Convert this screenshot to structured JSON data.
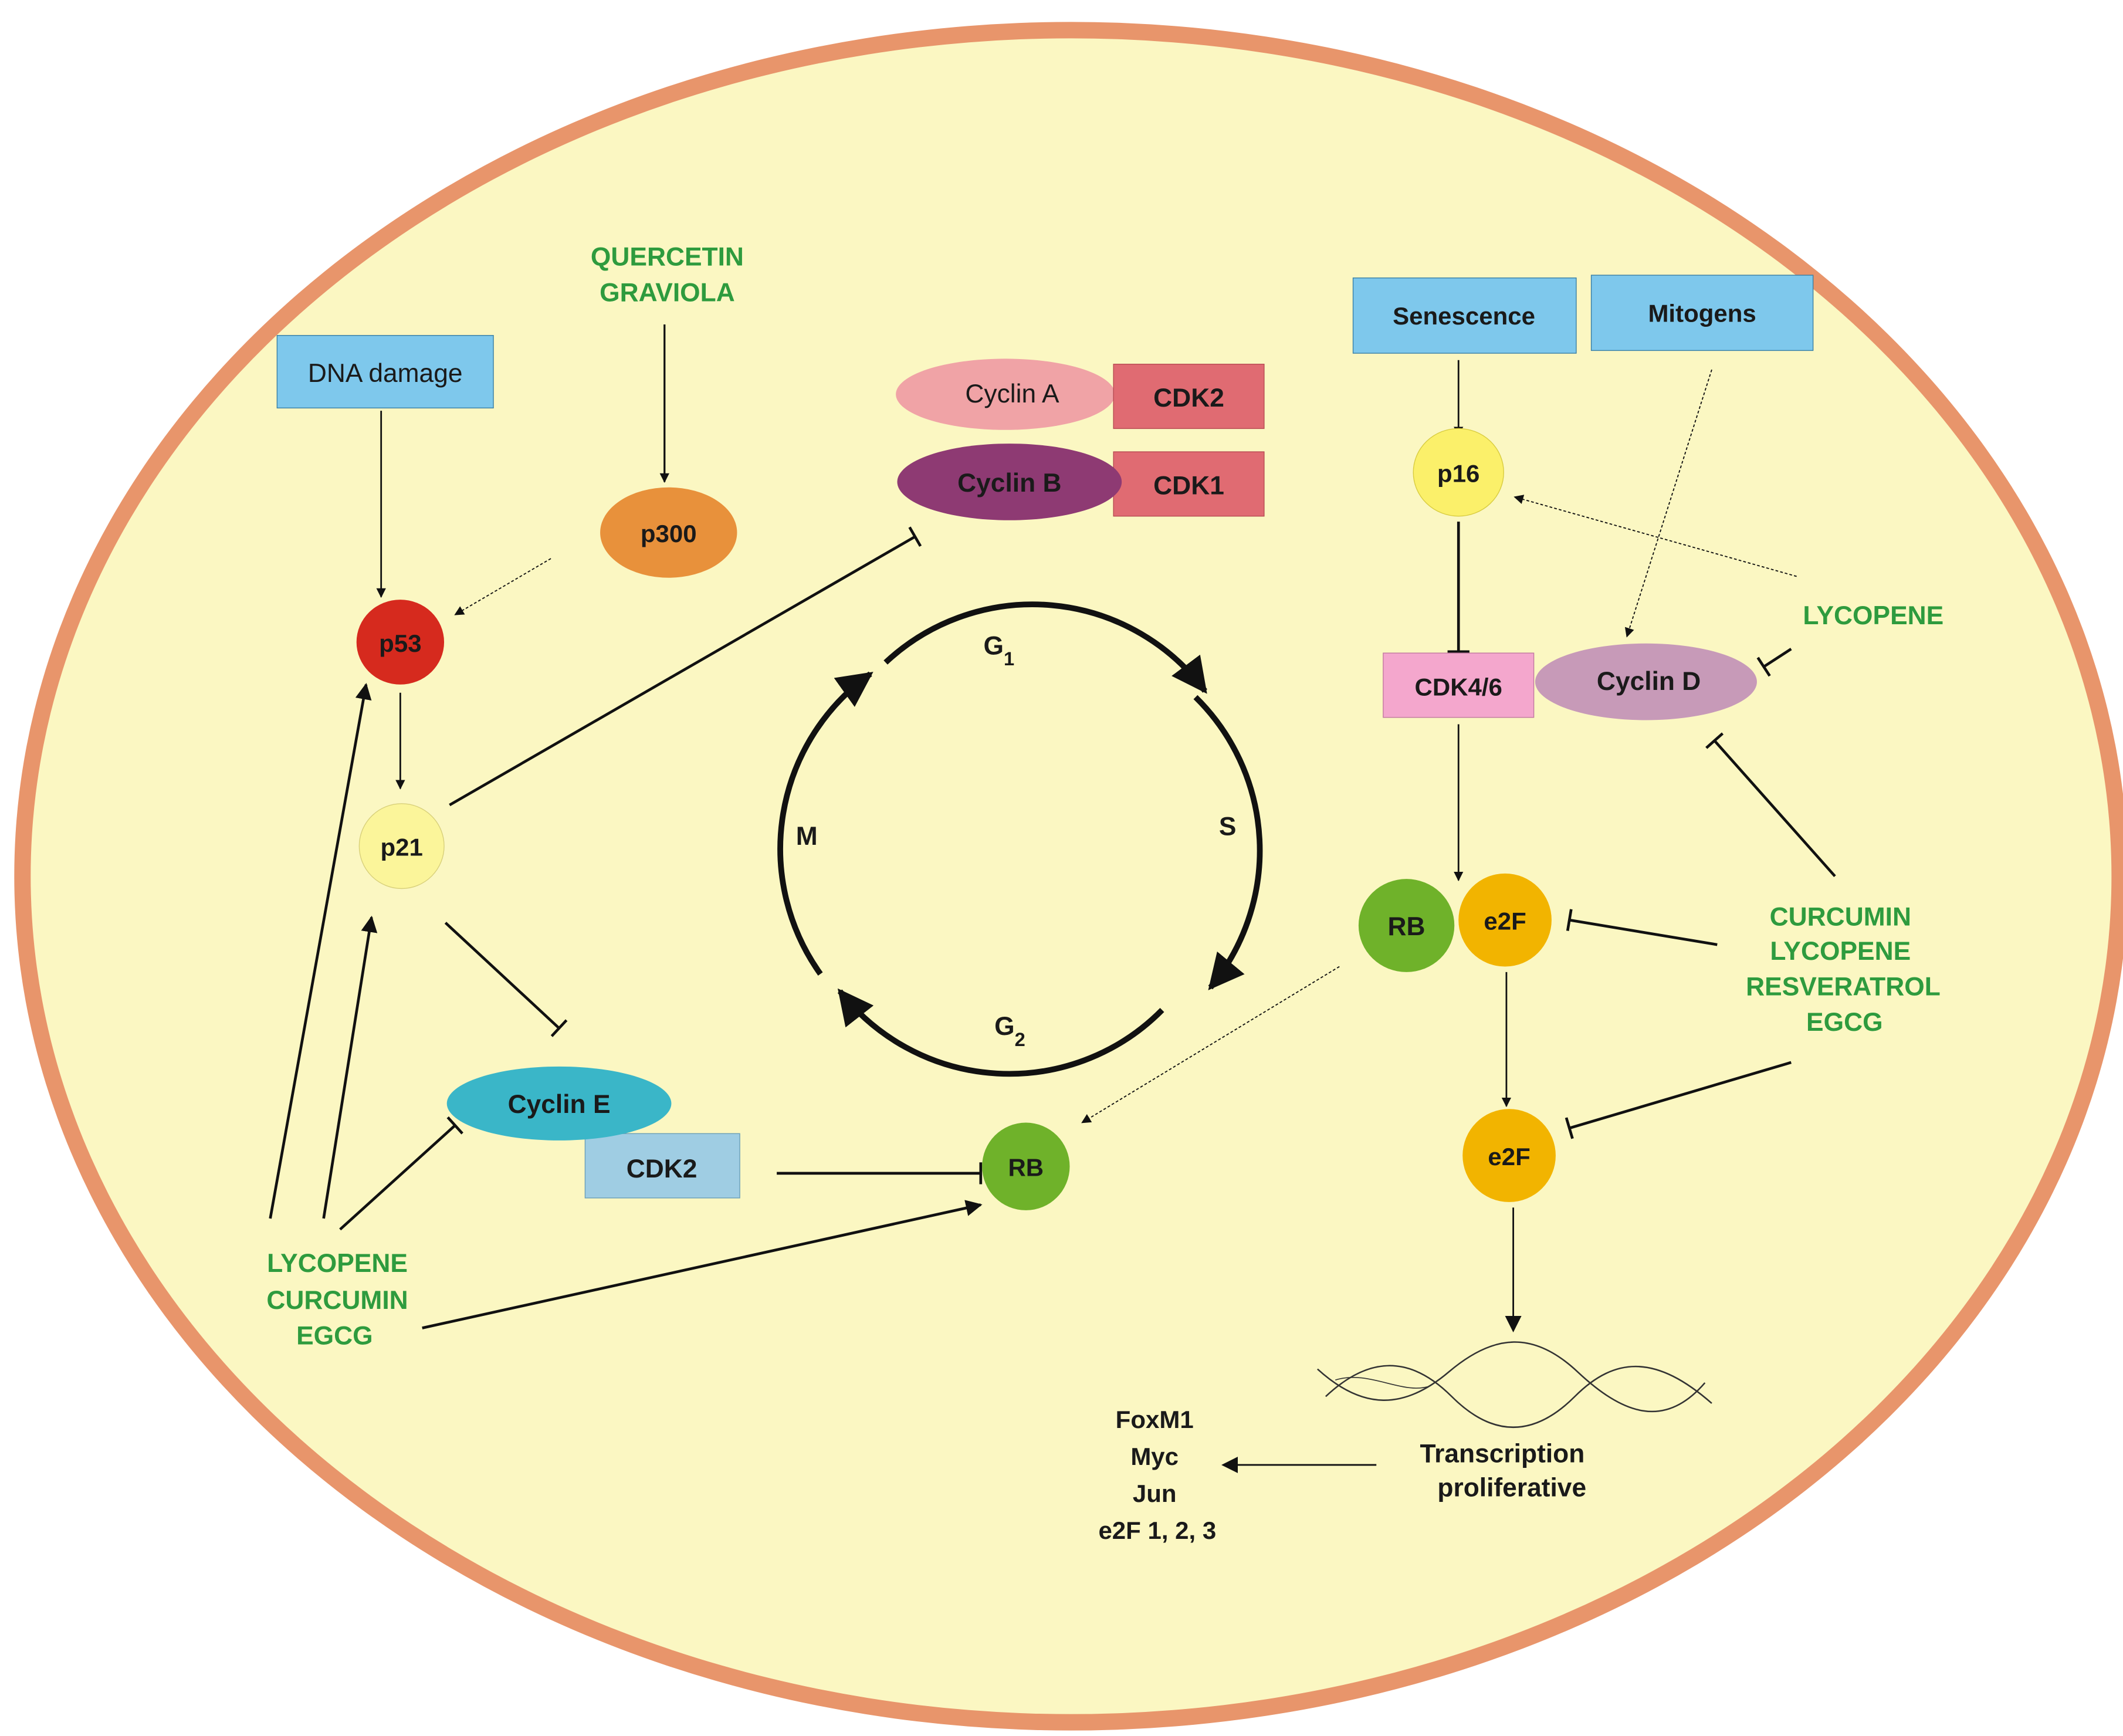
{
  "colors": {
    "membrane": "#e8956b",
    "cytoplasm": "#fbf7c2",
    "compound_text": "#2e9b3e",
    "box_blue": "#7ec8ec",
    "p53": "#d62a1e",
    "p300": "#e8913b",
    "p21": "#fbf59a",
    "p16": "#fbf06a",
    "rb": "#6fb22a",
    "e2f": "#f2b400",
    "cyclinA": "#f0a3a6",
    "cdk_red": "#e06b72",
    "cyclinB": "#8e3a73",
    "cdk4_6": "#f4a7cd",
    "cyclinD": "#c79ab8",
    "cyclinE": "#3ab6c8",
    "cdk2_blue": "#9fcde3"
  },
  "compounds": {
    "quercetin": "QUERCETIN",
    "graviola": "GRAVIOLA",
    "lycopene_right": "LYCOPENE",
    "right_group": [
      "CURCUMIN",
      "LYCOPENE",
      "RESVERATROL",
      "EGCG"
    ],
    "left_group": [
      "LYCOPENE",
      "CURCUMIN",
      "EGCG"
    ]
  },
  "boxes": {
    "dna_damage": "DNA damage",
    "senescence": "Senescence",
    "mitogens": "Mitogens"
  },
  "nodes": {
    "p300": "p300",
    "p53": "p53",
    "p21": "p21",
    "p16": "p16",
    "cyclin_a": "Cyclin A",
    "cdk2_top": "CDK2",
    "cyclin_b": "Cyclin B",
    "cdk1": "CDK1",
    "cdk4_6": "CDK4/6",
    "cyclin_d": "Cyclin D",
    "rb_upper": "RB",
    "e2f_upper": "e2F",
    "e2f_lower": "e2F",
    "cyclin_e": "Cyclin E",
    "cdk2_bottom": "CDK2",
    "rb_center": "RB"
  },
  "cell_cycle": {
    "g1": "G",
    "g1_sub": "1",
    "s": "S",
    "g2": "G",
    "g2_sub": "2",
    "m": "M"
  },
  "transcription": {
    "line1": "Transcription",
    "line2": "proliferative"
  },
  "targets": [
    "FoxM1",
    "Myc",
    "Jun",
    "e2F 1, 2, 3"
  ]
}
